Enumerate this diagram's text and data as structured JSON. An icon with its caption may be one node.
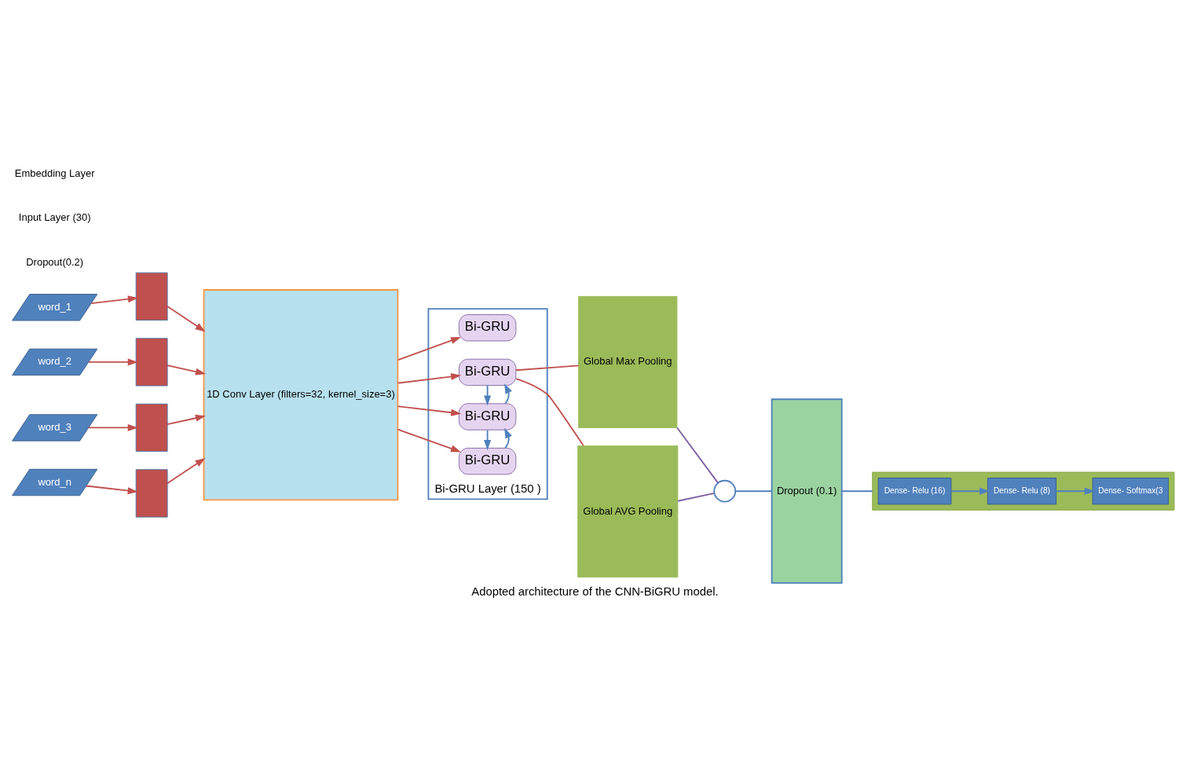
{
  "diagram": {
    "caption": "Adopted architecture of the CNN-BiGRU model.",
    "nodes": [
      {
        "text": [
          "word_1"
        ]
      },
      {
        "text": [
          "word_2"
        ]
      },
      {
        "text": [
          "word_3"
        ]
      },
      {
        "text": [
          "word_n"
        ]
      },
      {
        "text": [],
        "shape": "bar"
      },
      {
        "text": [],
        "shape": "bar"
      },
      {
        "text": [],
        "shape": "bar"
      },
      {
        "text": [],
        "shape": "bar"
      },
      {
        "text": [
          "1D Conv Layer (filters=32, kernel_size=3)"
        ]
      },
      {
        "text": [
          "Bi-GRU Layer (150 )"
        ]
      },
      {
        "text": [
          "Bi-GRU"
        ],
        "in": 9
      },
      {
        "text": [
          "Bi-GRU"
        ],
        "in": 9
      },
      {
        "text": [
          "Bi-GRU"
        ],
        "in": 9
      },
      {
        "text": [
          "Bi-GRU"
        ],
        "in": 9
      },
      {
        "text": [
          "Global Max Pooling"
        ]
      },
      {
        "text": [
          "Global AVG Pooling"
        ]
      },
      {
        "text": [],
        "shape": "circle"
      },
      {
        "text": [
          "Dropout (0.1)"
        ]
      },
      {
        "text": [],
        "shape": "box"
      },
      {
        "text": [
          "Dense- Relu (16)"
        ],
        "in": 18
      },
      {
        "text": [
          "Dense- Relu (8)"
        ],
        "in": 18
      },
      {
        "text": [
          "Dense- Softmax(3"
        ],
        "in": 18
      }
    ],
    "edges": [
      {
        "from": 0,
        "to": 4,
        "arrow": "to"
      },
      {
        "from": 1,
        "to": 5,
        "arrow": "to"
      },
      {
        "from": 2,
        "to": 6,
        "arrow": "to"
      },
      {
        "from": 3,
        "to": 7,
        "arrow": "to"
      },
      {
        "from": 4,
        "to": 8,
        "arrow": "to"
      },
      {
        "from": 5,
        "to": 8,
        "arrow": "to"
      },
      {
        "from": 6,
        "to": 8,
        "arrow": "to"
      },
      {
        "from": 7,
        "to": 8,
        "arrow": "to"
      },
      {
        "from": 8,
        "to": 10,
        "arrow": "to"
      },
      {
        "from": 8,
        "to": 11,
        "arrow": "to"
      },
      {
        "from": 8,
        "to": 12,
        "arrow": "to"
      },
      {
        "from": 8,
        "to": 13,
        "arrow": "to"
      },
      {
        "from": 10,
        "to": 11,
        "arrow": "to",
        "color": "#4f81bd"
      },
      {
        "from": 11,
        "to": 10,
        "arrow": "to",
        "color": "#4f81bd"
      },
      {
        "from": 11,
        "to": 12,
        "arrow": "to",
        "color": "#4f81bd"
      },
      {
        "from": 12,
        "to": 11,
        "arrow": "to",
        "color": "#4f81bd"
      },
      {
        "from": 12,
        "to": 14,
        "arrow": "none"
      },
      {
        "from": 12,
        "to": 15,
        "arrow": "none"
      },
      {
        "from": 14,
        "to": 16,
        "arrow": "none",
        "color": "#7f5fa0"
      },
      {
        "from": 15,
        "to": 16,
        "arrow": "none",
        "color": "#7f5fa0"
      },
      {
        "from": 16,
        "to": 17,
        "arrow": "none",
        "color": "#4f81bd"
      },
      {
        "from": 17,
        "to": 18,
        "arrow": "none",
        "color": "#4f81bd"
      },
      {
        "from": 19,
        "to": 20,
        "arrow": "to",
        "color": "#4f81bd"
      },
      {
        "from": 20,
        "to": 21,
        "arrow": "to",
        "color": "#4f81bd"
      }
    ],
    "labels": [
      "Dropout(0.2)",
      "Input Layer (30)",
      "Embedding Layer"
    ]
  }
}
